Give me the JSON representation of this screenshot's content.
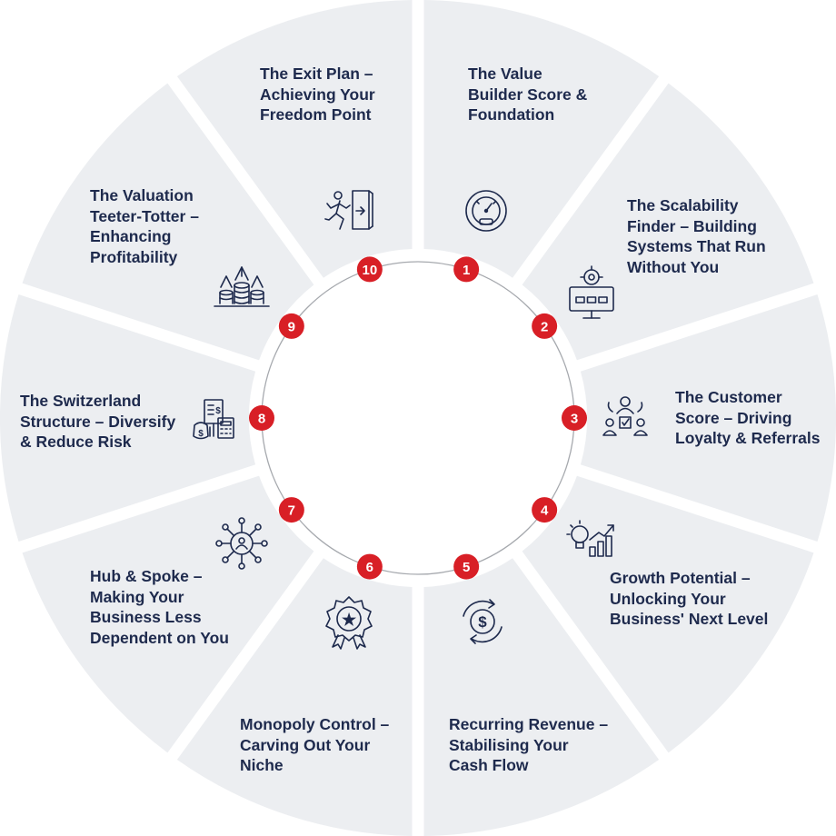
{
  "colors": {
    "segment": "#eceef1",
    "text": "#1e2a4d",
    "badge": "#d81f26",
    "ring": "#a6a9ae"
  },
  "steps": [
    {
      "number": "1",
      "icon": "speedometer-icon",
      "lines": [
        "The Value",
        "Builder Score &",
        "Foundation"
      ]
    },
    {
      "number": "2",
      "icon": "monitor-gear-icon",
      "lines": [
        "The Scalability",
        "Finder – Building",
        "Systems That Run",
        "Without You"
      ]
    },
    {
      "number": "3",
      "icon": "customer-network-icon",
      "lines": [
        "The Customer",
        "Score – Driving",
        "Loyalty & Referrals"
      ]
    },
    {
      "number": "4",
      "icon": "lightbulb-growth-icon",
      "lines": [
        "Growth Potential –",
        "Unlocking Your",
        "Business' Next Level"
      ]
    },
    {
      "number": "5",
      "icon": "dollar-cycle-icon",
      "lines": [
        "Recurring Revenue –",
        "Stabilising Your",
        "Cash Flow"
      ]
    },
    {
      "number": "6",
      "icon": "award-badge-icon",
      "lines": [
        "Monopoly Control –",
        "Carving Out Your",
        "Niche"
      ]
    },
    {
      "number": "7",
      "icon": "hub-spoke-icon",
      "lines": [
        "Hub & Spoke –",
        "Making Your",
        "Business Less",
        "Dependent on You"
      ]
    },
    {
      "number": "8",
      "icon": "finance-documents-icon",
      "lines": [
        "The Switzerland",
        "Structure – Diversify",
        "& Reduce Risk"
      ]
    },
    {
      "number": "9",
      "icon": "coin-stacks-icon",
      "lines": [
        "The Valuation",
        "Teeter-Totter –",
        "Enhancing",
        "Profitability"
      ]
    },
    {
      "number": "10",
      "icon": "exit-door-icon",
      "lines": [
        "The Exit Plan –",
        "Achieving Your",
        "Freedom Point"
      ]
    }
  ],
  "icon_glyphs": {
    "dollar": "$",
    "star": "★"
  }
}
